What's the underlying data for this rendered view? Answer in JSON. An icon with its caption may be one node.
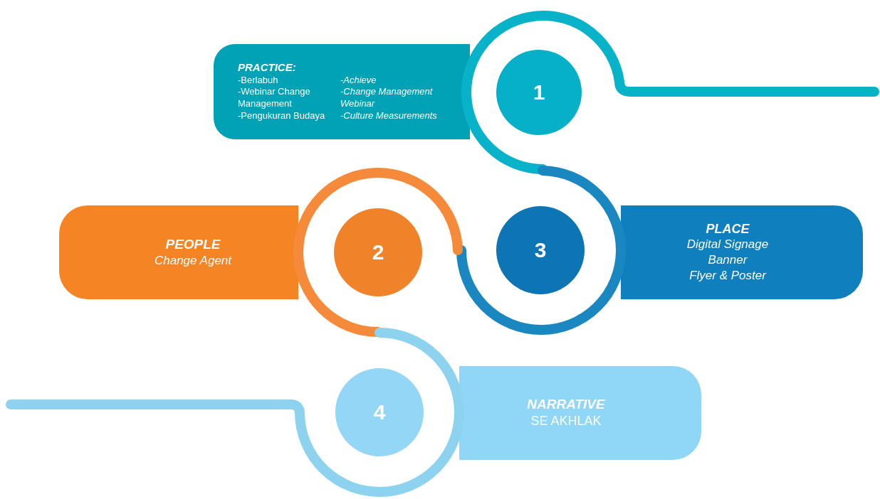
{
  "diagram": {
    "nodes": [
      {
        "text": [
          "PRACTICE:",
          "-Berlabuh",
          "-Webinar Change Management",
          "-Pengukuran Budaya",
          "-Achieve",
          "-Change Management Webinar",
          "-Culture Measurements"
        ]
      },
      {
        "text": [
          "1"
        ]
      },
      {
        "text": [
          "PEOPLE",
          "Change Agent"
        ]
      },
      {
        "text": [
          "2"
        ]
      },
      {
        "text": [
          "3"
        ]
      },
      {
        "text": [
          "PLACE",
          "Digital Signage",
          "Banner",
          "Flyer & Poster"
        ]
      },
      {
        "text": [
          "4"
        ]
      },
      {
        "text": [
          "NARRATIVE",
          "SE AKHLAK"
        ]
      }
    ]
  }
}
